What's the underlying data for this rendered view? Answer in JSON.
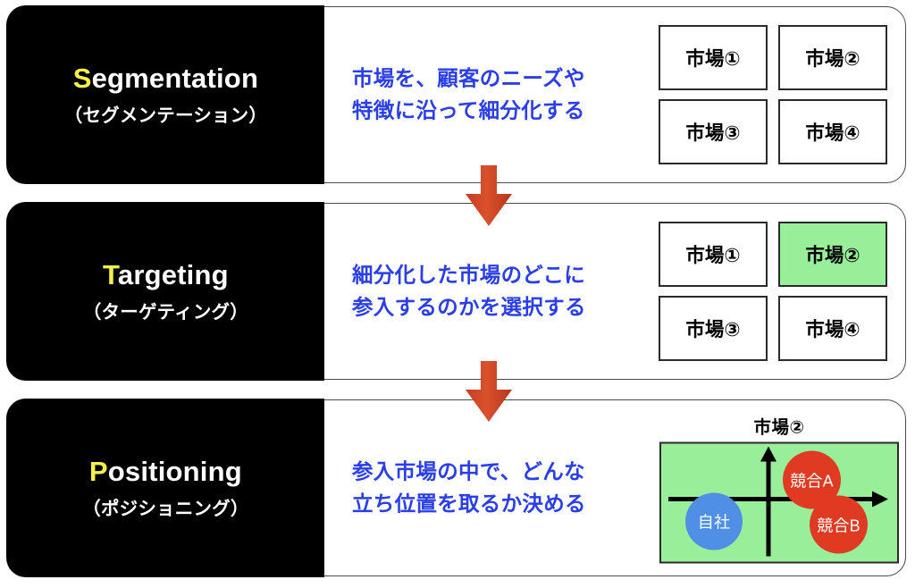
{
  "colors": {
    "panel_bg": "#000000",
    "initial_letter": "#f5ef49",
    "description_text": "#2a3fe8",
    "highlight_green": "#99ef99",
    "arrow_red": "#cc4427",
    "own_company_blue": "#4f90e6",
    "competitor_red": "#e03a22",
    "card_border": "#4a4a4a"
  },
  "rows": [
    {
      "initial": "S",
      "title_rest": "egmentation",
      "subtitle": "（セグメンテーション）",
      "description": [
        "市場を、顧客のニーズや",
        "特徴に沿って細分化する"
      ],
      "visual": "market-grid",
      "markets": [
        {
          "label": "市場①",
          "selected": false
        },
        {
          "label": "市場②",
          "selected": false
        },
        {
          "label": "市場③",
          "selected": false
        },
        {
          "label": "市場④",
          "selected": false
        }
      ]
    },
    {
      "initial": "T",
      "title_rest": "argeting",
      "subtitle": "（ターゲティング）",
      "description": [
        "細分化した市場のどこに",
        "参入するのかを選択する"
      ],
      "visual": "market-grid",
      "markets": [
        {
          "label": "市場①",
          "selected": false
        },
        {
          "label": "市場②",
          "selected": true
        },
        {
          "label": "市場③",
          "selected": false
        },
        {
          "label": "市場④",
          "selected": false
        }
      ]
    },
    {
      "initial": "P",
      "title_rest": "ositioning",
      "subtitle": "（ポジショニング）",
      "description": [
        "参入市場の中で、どんな",
        "立ち位置を取るか決める"
      ],
      "visual": "positioning-map",
      "map": {
        "title": "市場②",
        "bubbles": [
          {
            "label": "自社",
            "type": "own"
          },
          {
            "label": "競合A",
            "type": "competitor"
          },
          {
            "label": "競合B",
            "type": "competitor"
          }
        ]
      }
    }
  ],
  "connectors": [
    {
      "name": "arrow-segmentation-to-targeting",
      "icon": "arrow-down-icon"
    },
    {
      "name": "arrow-targeting-to-positioning",
      "icon": "arrow-down-icon"
    }
  ]
}
